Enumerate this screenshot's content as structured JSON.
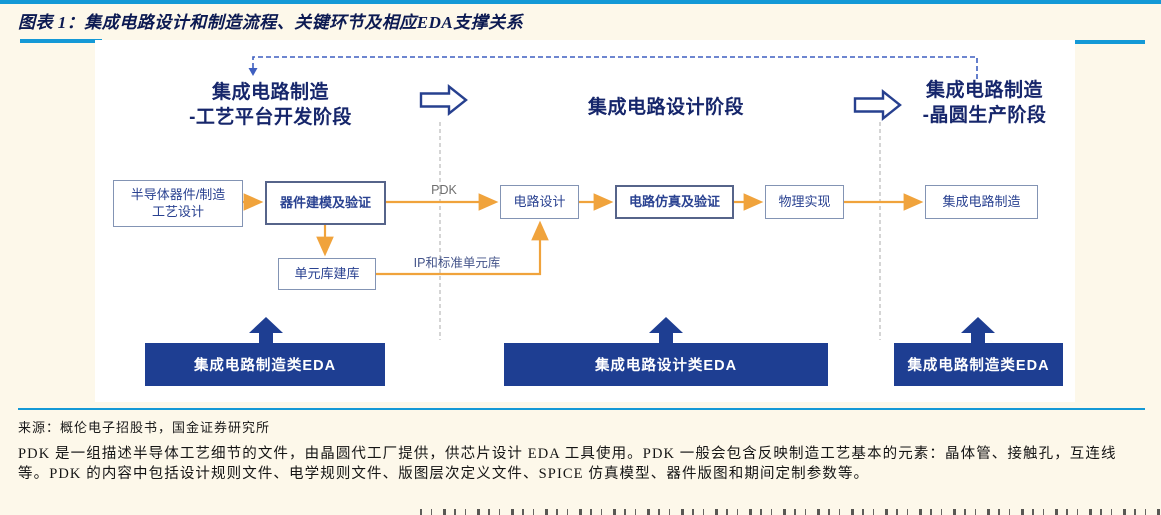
{
  "header": {
    "title": "图表 1：集成电路设计和制造流程、关键环节及相应EDA支撑关系"
  },
  "diagram": {
    "stages": [
      {
        "line1": "集成电路制造",
        "line2": "-工艺平台开发阶段"
      },
      {
        "line1": "集成电路设计阶段",
        "line2": ""
      },
      {
        "line1": "集成电路制造",
        "line2": "-晶圆生产阶段"
      }
    ],
    "flow_boxes": {
      "semiconductor_process": {
        "line1": "半导体器件/制造",
        "line2": "工艺设计"
      },
      "device_modeling": {
        "label": "器件建模及验证"
      },
      "cell_library": {
        "label": "单元库建库"
      },
      "circuit_design": {
        "label": "电路设计"
      },
      "circuit_simulation": {
        "label": "电路仿真及验证"
      },
      "physical_implementation": {
        "label": "物理实现"
      },
      "ic_manufacturing": {
        "label": "集成电路制造"
      }
    },
    "edge_labels": {
      "pdk": "PDK",
      "ip_std_cell_lib": "IP和标准单元库"
    },
    "eda_bars": [
      {
        "label": "集成电路制造类EDA"
      },
      {
        "label": "集成电路设计类EDA"
      },
      {
        "label": "集成电路制造类EDA"
      }
    ],
    "colors": {
      "accent_rule_blue": "#1499d6",
      "connector_orange": "#F0A33C",
      "eda_bar_navy": "#1E3E92",
      "stage_header_navy": "#16266B",
      "box_text_blue": "#2A4291",
      "feedback_dash_blue": "#3E5FC0",
      "divider_dash_gray": "#C3C3C3",
      "page_background": "#FDF8EA"
    }
  },
  "footer": {
    "source": "来源：概伦电子招股书，国金证券研究所",
    "note_line1": "PDK 是一组描述半导体工艺细节的文件，由晶圆代工厂提供，供芯片设计 EDA 工具使用。PDK 一般会包含反映制造工艺基本的元素：晶体管、接触孔，互连线",
    "note_line2": "等。PDK 的内容中包括设计规则文件、电学规则文件、版图层次定义文件、SPICE 仿真模型、器件版图和期间定制参数等。"
  }
}
